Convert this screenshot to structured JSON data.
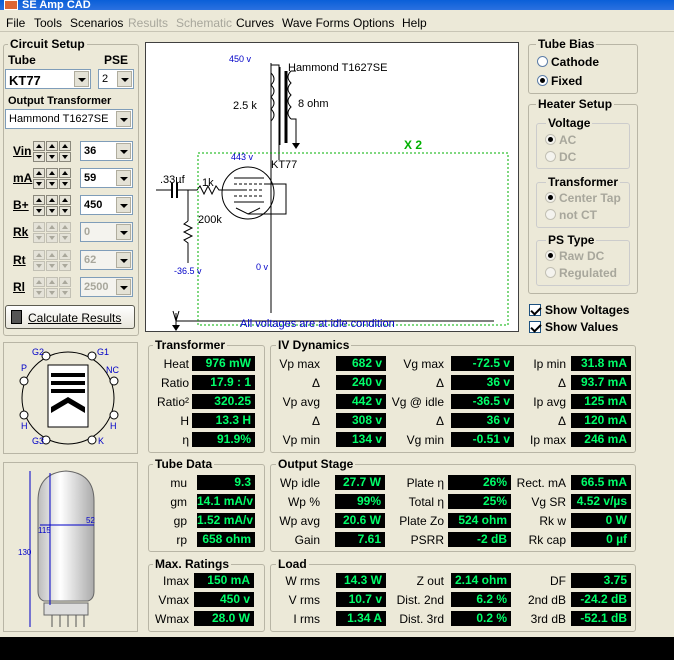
{
  "app": {
    "title": "SE Amp CAD"
  },
  "menu": [
    {
      "label": "File",
      "enabled": true
    },
    {
      "label": "Tools",
      "enabled": true
    },
    {
      "label": "Scenarios",
      "enabled": true
    },
    {
      "label": "Results",
      "enabled": false
    },
    {
      "label": "Schematic",
      "enabled": false
    },
    {
      "label": "Curves",
      "enabled": true
    },
    {
      "label": "Wave Forms",
      "enabled": true
    },
    {
      "label": "Options",
      "enabled": true
    },
    {
      "label": "Help",
      "enabled": true
    }
  ],
  "circuit": {
    "title": "Circuit Setup",
    "tube_label": "Tube",
    "tube_value": "KT77",
    "pse_label": "PSE",
    "pse_value": "2",
    "ot_label": "Output Transformer",
    "ot_value": "Hammond T1627SE",
    "params": [
      {
        "label": "Vin",
        "value": "36",
        "enabled": true
      },
      {
        "label": "mA",
        "value": "59",
        "enabled": true
      },
      {
        "label": "B+",
        "value": "450",
        "enabled": true
      },
      {
        "label": "Rk",
        "value": "0",
        "enabled": false
      },
      {
        "label": "Rt",
        "value": "62",
        "enabled": false
      },
      {
        "label": "Rl",
        "value": "2500",
        "enabled": false
      }
    ],
    "calc_button": "Calculate Results"
  },
  "schematic": {
    "b_plus": "450 v",
    "transformer_name": "Hammond T1627SE",
    "primary": "2.5 k",
    "secondary": "8 ohm",
    "multiplier": "X 2",
    "plate_v": "443 v",
    "tube": "KT77",
    "cap": ".33µf",
    "grid_r": "1k",
    "bias_r": "200k",
    "bias_v": "-36.5 v",
    "cathode_v": "0 v",
    "footer": "All voltages are at idle condition"
  },
  "tube_bias": {
    "title": "Tube Bias",
    "options": [
      "Cathode",
      "Fixed"
    ],
    "selected": "Fixed"
  },
  "heater": {
    "title": "Heater Setup",
    "voltage_title": "Voltage",
    "voltage_options": [
      "AC",
      "DC"
    ],
    "voltage_selected": "AC",
    "transformer_title": "Transformer",
    "transformer_options": [
      "Center Tap",
      "not CT"
    ],
    "transformer_selected": "Center Tap",
    "ps_title": "PS Type",
    "ps_options": [
      "Raw DC",
      "Regulated"
    ],
    "ps_selected": "Raw DC"
  },
  "show": {
    "voltages_label": "Show Voltages",
    "voltages_checked": true,
    "values_label": "Show Values",
    "values_checked": true
  },
  "pinout": {
    "pins": [
      "G2",
      "G1",
      "P",
      "NC",
      "H",
      "H",
      "G3",
      "K"
    ]
  },
  "dims": {
    "height_total": "130",
    "height_body": "115",
    "diameter": "52"
  },
  "transformer": {
    "title": "Transformer",
    "rows": [
      {
        "label": "Heat",
        "value": "976 mW"
      },
      {
        "label": "Ratio",
        "value": "17.9 : 1"
      },
      {
        "label": "Ratio²",
        "value": "320.25"
      },
      {
        "label": "H",
        "value": "13.3 H"
      },
      {
        "label": "η",
        "value": "91.9%"
      }
    ]
  },
  "iv": {
    "title": "IV Dynamics",
    "col1": [
      {
        "label": "Vp max",
        "value": "682 v"
      },
      {
        "label": "Δ",
        "value": "240 v"
      },
      {
        "label": "Vp avg",
        "value": "442 v"
      },
      {
        "label": "Δ",
        "value": "308 v"
      },
      {
        "label": "Vp min",
        "value": "134 v"
      }
    ],
    "col2": [
      {
        "label": "Vg max",
        "value": "-72.5 v"
      },
      {
        "label": "Δ",
        "value": "36 v"
      },
      {
        "label": "Vg @ idle",
        "value": "-36.5 v"
      },
      {
        "label": "Δ",
        "value": "36 v"
      },
      {
        "label": "Vg min",
        "value": "-0.51 v"
      }
    ],
    "col3": [
      {
        "label": "Ip min",
        "value": "31.8 mA"
      },
      {
        "label": "Δ",
        "value": "93.7 mA"
      },
      {
        "label": "Ip avg",
        "value": "125 mA"
      },
      {
        "label": "Δ",
        "value": "120 mA"
      },
      {
        "label": "Ip max",
        "value": "246 mA"
      }
    ]
  },
  "tube_data": {
    "title": "Tube Data",
    "rows": [
      {
        "label": "mu",
        "value": "9.3"
      },
      {
        "label": "gm",
        "value": "14.1 mA/v"
      },
      {
        "label": "gp",
        "value": "1.52 mA/v"
      },
      {
        "label": "rp",
        "value": "658 ohm"
      }
    ]
  },
  "output_stage": {
    "title": "Output Stage",
    "col1": [
      {
        "label": "Wp idle",
        "value": "27.7 W"
      },
      {
        "label": "Wp %",
        "value": "99%"
      },
      {
        "label": "Wp avg",
        "value": "20.6 W"
      },
      {
        "label": "Gain",
        "value": "7.61"
      }
    ],
    "col2": [
      {
        "label": "Plate η",
        "value": "26%"
      },
      {
        "label": "Total η",
        "value": "25%"
      },
      {
        "label": "Plate Zo",
        "value": "524 ohm"
      },
      {
        "label": "PSRR",
        "value": "-2 dB"
      }
    ],
    "col3": [
      {
        "label": "Rect. mA",
        "value": "66.5 mA"
      },
      {
        "label": "Vg SR",
        "value": "4.52 v/µs"
      },
      {
        "label": "Rk w",
        "value": "0 W"
      },
      {
        "label": "Rk cap",
        "value": "0 µf"
      }
    ]
  },
  "max_ratings": {
    "title": "Max. Ratings",
    "rows": [
      {
        "label": "Imax",
        "value": "150 mA"
      },
      {
        "label": "Vmax",
        "value": "450 v"
      },
      {
        "label": "Wmax",
        "value": "28.0 W"
      }
    ]
  },
  "load": {
    "title": "Load",
    "col1": [
      {
        "label": "W rms",
        "value": "14.3 W"
      },
      {
        "label": "V rms",
        "value": "10.7 v"
      },
      {
        "label": "I rms",
        "value": "1.34 A"
      }
    ],
    "col2": [
      {
        "label": "Z out",
        "value": "2.14 ohm"
      },
      {
        "label": "Dist. 2nd",
        "value": "6.2 %"
      },
      {
        "label": "Dist. 3rd",
        "value": "0.2 %"
      }
    ],
    "col3": [
      {
        "label": "DF",
        "value": "3.75"
      },
      {
        "label": "2nd dB",
        "value": "-24.2 dB"
      },
      {
        "label": "3rd dB",
        "value": "-52.1 dB"
      }
    ]
  },
  "colors": {
    "value_text": "#00ff6a",
    "value_bg": "#000000",
    "accent_blue": "#0000c8",
    "grid_green": "#00b000"
  }
}
